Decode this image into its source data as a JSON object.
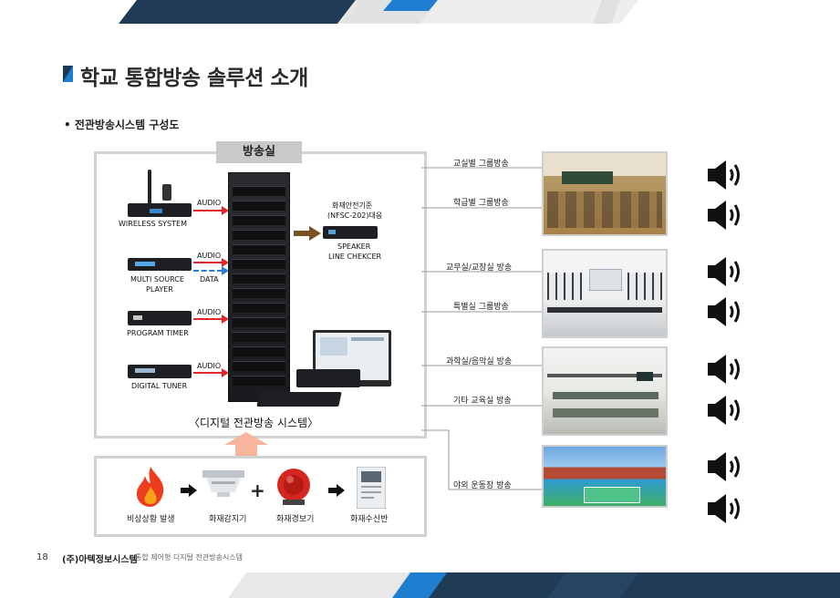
{
  "header": {
    "title": "학교 통합방송 솔루션 소개"
  },
  "section": {
    "subtitle": "• 전관방송시스템 구성도"
  },
  "diagram": {
    "room_tab": "방송실",
    "system_caption": "〈디지털 전관방송 시스템〉",
    "sources": [
      {
        "name": "WIRELESS SYSTEM",
        "signal": "AUDIO"
      },
      {
        "name_line1": "MULTI SOURCE",
        "name_line2": "PLAYER",
        "signal": "AUDIO",
        "signal2": "DATA"
      },
      {
        "name": "PROGRAM TIMER",
        "signal": "AUDIO"
      },
      {
        "name": "DIGITAL TUNER",
        "signal": "AUDIO"
      }
    ],
    "checker": {
      "title_line1": "화재안전기준",
      "title_line2": "(NFSC-202)대응",
      "name_line1": "SPEAKER",
      "name_line2": "LINE CHEKCER"
    },
    "fire_chain": [
      "비상상황 발생",
      "화재감지기",
      "화재경보기",
      "화재수신반"
    ],
    "zones": [
      "교실별 그룹방송",
      "학급별 그룹방송",
      "교무실/교장실 방송",
      "특별실 그룹방송",
      "과학실/음악실 방송",
      "기타 교육실 방송",
      "야외 운동장 방송"
    ]
  },
  "footer": {
    "page": "18",
    "company": "(주)아텍정보시스템",
    "desc": "통합 제어형 디지털 전관방송시스템"
  },
  "colors": {
    "signal_red": "#e2262b",
    "data_blue": "#2a7fd4",
    "frame_gray": "#d2d2d2",
    "navy": "#1b3a57",
    "accent_blue": "#1e7fd0",
    "feed_arrow": "#7a5222"
  }
}
